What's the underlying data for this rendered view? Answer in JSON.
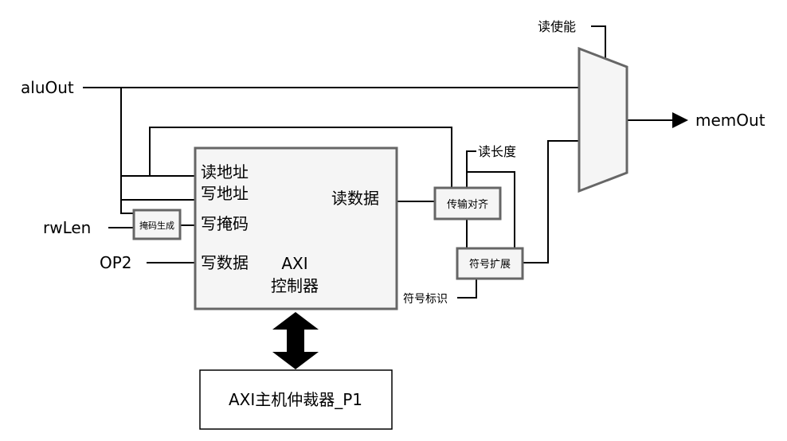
{
  "signals": {
    "aluOut": "aluOut",
    "rwLen": "rwLen",
    "op2": "OP2",
    "memOut": "memOut",
    "readEnable": "读使能",
    "readLength": "读长度",
    "signFlag": "符号标识"
  },
  "axi_controller": {
    "title_line1": "AXI",
    "title_line2": "控制器",
    "port_read_addr": "读地址",
    "port_write_addr": "写地址",
    "port_write_mask": "写掩码",
    "port_write_data": "写数据",
    "port_read_data": "读数据"
  },
  "blocks": {
    "mask_gen": "掩码生成",
    "transfer_align": "传输对齐",
    "sign_extend": "符号扩展",
    "arbiter": "AXI主机仲裁器_P1"
  },
  "colors": {
    "block_fill": "#f5f5f5",
    "block_stroke": "#666666",
    "wire": "#000000"
  }
}
